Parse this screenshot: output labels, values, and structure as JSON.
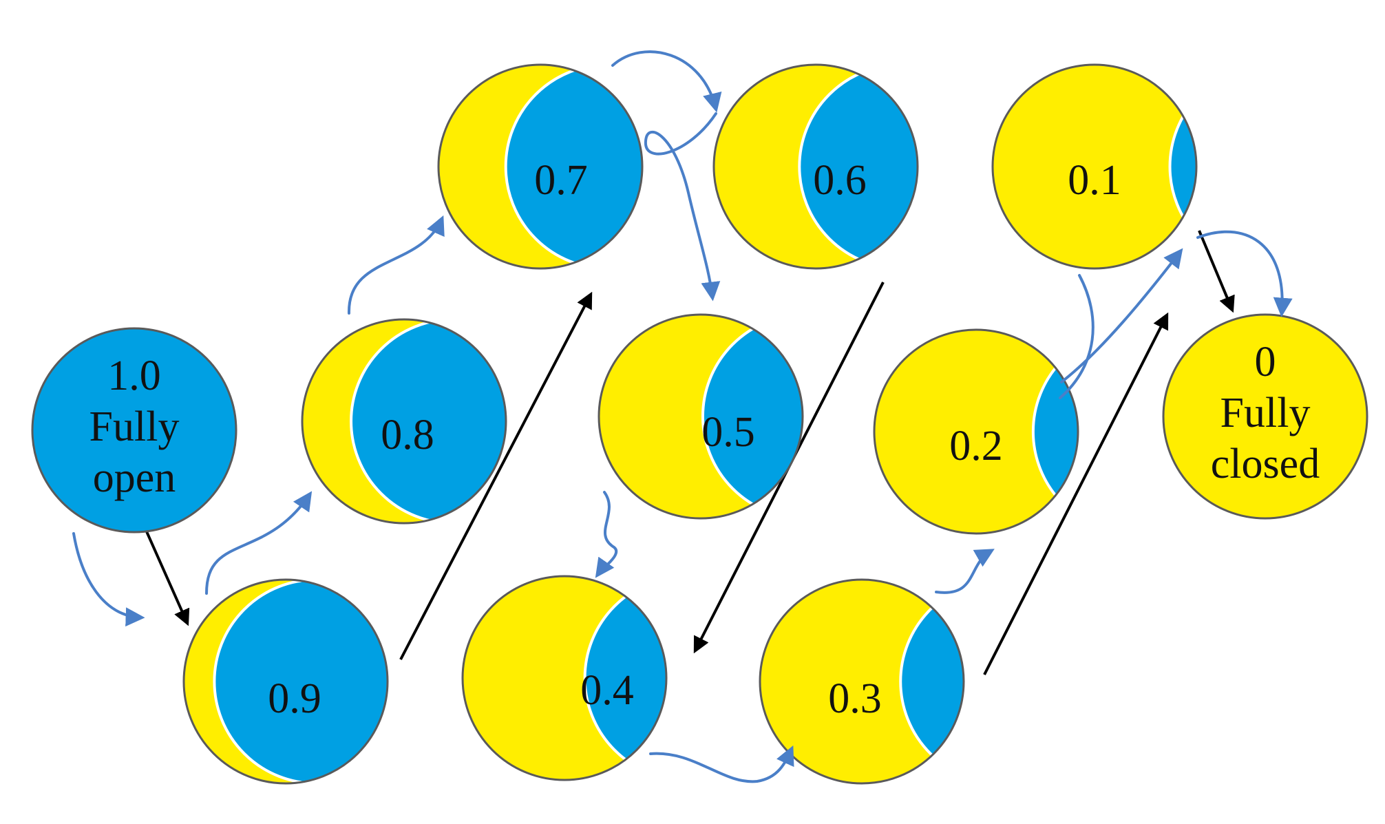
{
  "colors": {
    "open": "#00a0e3",
    "closed": "#ffee00",
    "outline": "#5a5a5a",
    "flow_arrow": "#4a7fc8",
    "jump_arrow": "#000000"
  },
  "states": [
    {
      "id": "s10",
      "openness": 1.0,
      "lines": [
        "1.0",
        "Fully",
        "open"
      ]
    },
    {
      "id": "s09",
      "openness": 0.9,
      "lines": [
        "0.9"
      ]
    },
    {
      "id": "s08",
      "openness": 0.8,
      "lines": [
        "0.8"
      ]
    },
    {
      "id": "s07",
      "openness": 0.7,
      "lines": [
        "0.7"
      ]
    },
    {
      "id": "s06",
      "openness": 0.6,
      "lines": [
        "0.6"
      ]
    },
    {
      "id": "s05",
      "openness": 0.5,
      "lines": [
        "0.5"
      ]
    },
    {
      "id": "s04",
      "openness": 0.4,
      "lines": [
        "0.4"
      ]
    },
    {
      "id": "s03",
      "openness": 0.3,
      "lines": [
        "0.3"
      ]
    },
    {
      "id": "s02",
      "openness": 0.2,
      "lines": [
        "0.2"
      ]
    },
    {
      "id": "s01",
      "openness": 0.1,
      "lines": [
        "0.1"
      ]
    },
    {
      "id": "s00",
      "openness": 0.0,
      "lines": [
        "0",
        "Fully",
        "closed"
      ]
    }
  ]
}
